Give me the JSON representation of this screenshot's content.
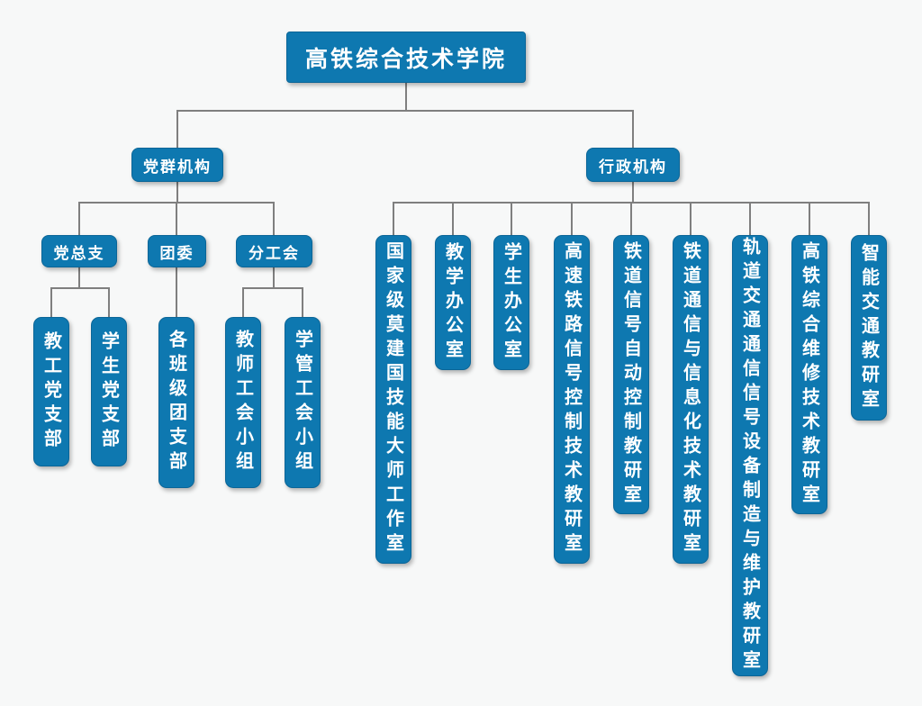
{
  "root": {
    "label": "高铁综合技术学院"
  },
  "branches": {
    "party": {
      "label": "党群机构",
      "children": [
        {
          "label": "党总支",
          "children": [
            {
              "label": "教工党支部"
            },
            {
              "label": "学生党支部"
            }
          ]
        },
        {
          "label": "团委",
          "children": [
            {
              "label": "各班级团支部"
            }
          ]
        },
        {
          "label": "分工会",
          "children": [
            {
              "label": "教师工会小组"
            },
            {
              "label": "学管工会小组"
            }
          ]
        }
      ]
    },
    "admin": {
      "label": "行政机构",
      "children": [
        {
          "label": "国家级莫建国技能大师工作室"
        },
        {
          "label": "教学办公室"
        },
        {
          "label": "学生办公室"
        },
        {
          "label": "高速铁路信号控制技术教研室"
        },
        {
          "label": "铁道信号自动控制教研室"
        },
        {
          "label": "铁道通信与信息化技术教研室"
        },
        {
          "label": "轨道交通通信信号设备制造与维护教研室"
        },
        {
          "label": "高铁综合维修技术教研室"
        },
        {
          "label": "智能交通教研室"
        }
      ]
    }
  },
  "colors": {
    "node_fill": "#0e78b0",
    "node_text": "#ffffff",
    "connector": "#7f7f7f",
    "background": "#f7f8f8"
  }
}
